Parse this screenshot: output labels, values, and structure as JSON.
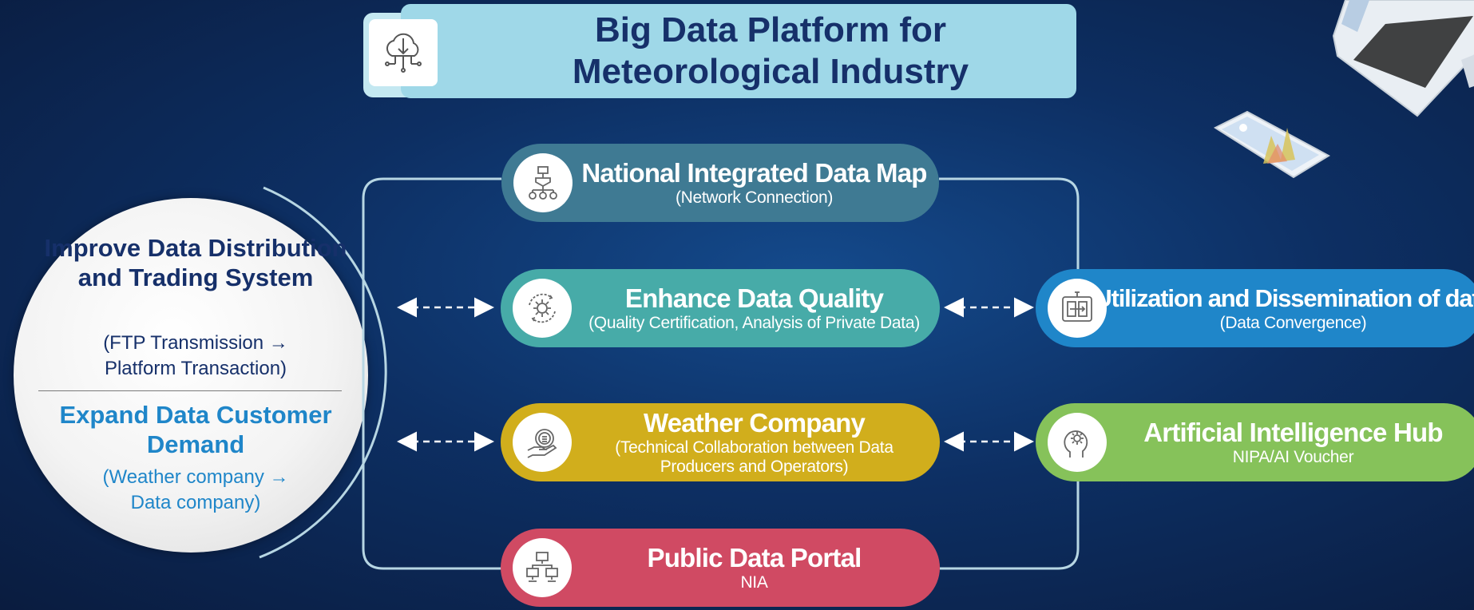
{
  "title": {
    "line1": "Big Data Platform for",
    "line2": "Meteorological Industry",
    "icon": "cloud-download-icon"
  },
  "circle": {
    "heading1": "Improve Data Distribution and Trading System",
    "sub1_line1": "(FTP Transmission →",
    "sub1_line2": "Platform Transaction)",
    "heading2": "Expand Data Customer Demand",
    "sub2_line1": "(Weather company →",
    "sub2_line2": "Data company)"
  },
  "nodes": {
    "map": {
      "title": "National Integrated Data Map",
      "subtitle": "(Network Connection)",
      "icon": "flowchart-icon",
      "color": "#3f7a93"
    },
    "quality": {
      "title": "Enhance Data Quality",
      "subtitle": "(Quality Certification, Analysis of Private Data)",
      "icon": "gear-cycle-icon",
      "color": "#47aba8"
    },
    "weather": {
      "title": "Weather Company",
      "subtitle": "(Technical Collaboration between Data Producers and Operators)",
      "icon": "hand-coin-icon",
      "color": "#d1ae1c"
    },
    "portal": {
      "title": "Public Data Portal",
      "subtitle": "NIA",
      "icon": "network-computers-icon",
      "color": "#d04a63"
    },
    "util": {
      "title": "Utilization and Dissemination of data",
      "subtitle": "(Data Convergence)",
      "icon": "data-convergence-icon",
      "color": "#1f86c9"
    },
    "ai": {
      "title": "Artificial Intelligence Hub",
      "subtitle": "NIPA/AI Voucher",
      "icon": "ai-head-icon",
      "color": "#86c25a"
    }
  }
}
